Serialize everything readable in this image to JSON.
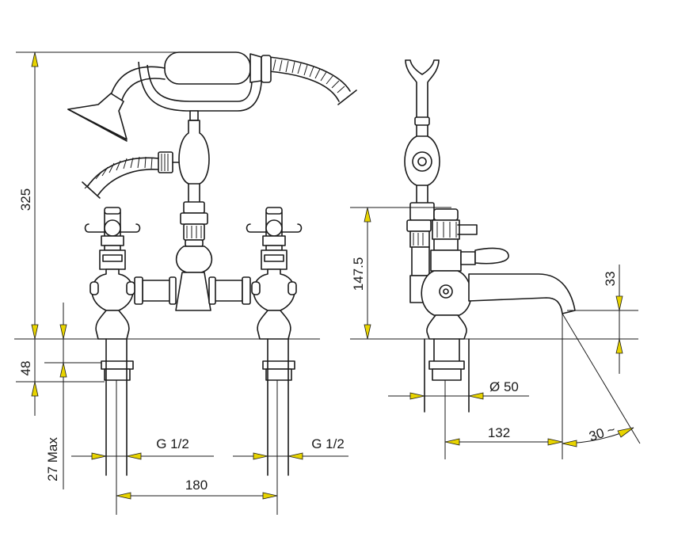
{
  "dimensions": {
    "overall_height": "325",
    "deck_thickness": "48",
    "max_thickness": "27 Max",
    "thread_left": "G 1/2",
    "thread_right": "G 1/2",
    "centres": "180",
    "valve_height": "147.5",
    "spout_height": "33",
    "base_diameter": "Ø 50",
    "spout_reach": "132",
    "spout_angle": "30 ~"
  },
  "colors": {
    "arrow": "#e8d400",
    "line": "#1a1a1a"
  }
}
